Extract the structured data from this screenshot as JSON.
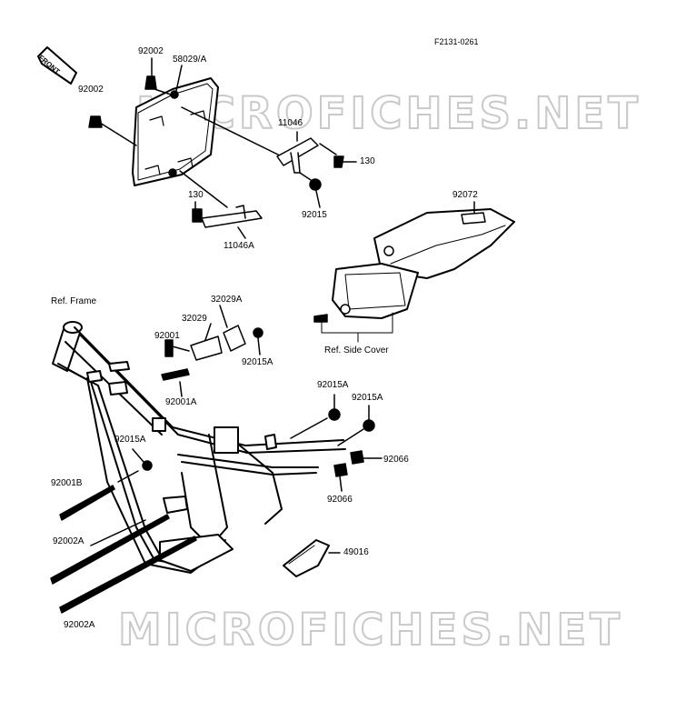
{
  "figure_code": "F2131-0261",
  "front_arrow": "FRONT",
  "watermark_top": "MICROFICHES.NET",
  "watermark_bottom": "MICROFICHES.NET",
  "labels": {
    "p92002_top": "92002",
    "p58029A": "58029/A",
    "p92002_left": "92002",
    "p11046": "11046",
    "p130_right": "130",
    "p92015": "92015",
    "p130_left": "130",
    "p11046A": "11046A",
    "p92072": "92072",
    "ref_frame": "Ref. Frame",
    "p32029A": "32029A",
    "p32029": "32029",
    "p92001": "92001",
    "p92015A_1": "92015A",
    "p92001A": "92001A",
    "ref_side_cover": "Ref. Side Cover",
    "p92015A_2": "92015A",
    "p92015A_3": "92015A",
    "p92015A_4": "92015A",
    "p92066_right": "92066",
    "p92066_bottom": "92066",
    "p92001B": "92001B",
    "p92002A_1": "92002A",
    "p49016": "49016",
    "p92002A_2": "92002A"
  }
}
